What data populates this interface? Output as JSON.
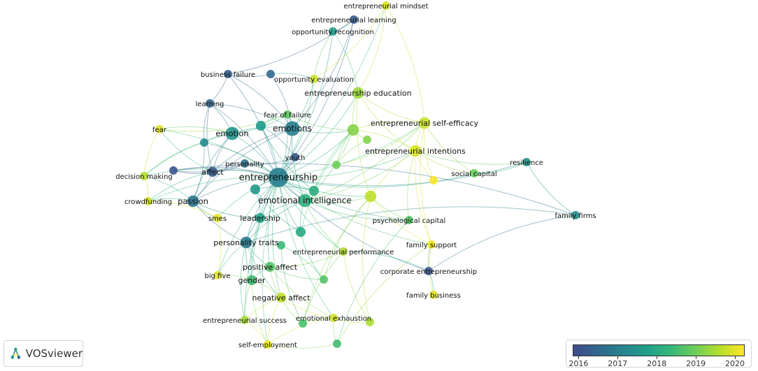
{
  "colorscale": [
    "#404b8c",
    "#31688e",
    "#26838f",
    "#1f9e89",
    "#35b779",
    "#6ece58",
    "#b5de2b",
    "#fde725"
  ],
  "legend": {
    "ticks": [
      "2016",
      "2017",
      "2018",
      "2019",
      "2020"
    ],
    "min": 2015.85,
    "max": 2020.25
  },
  "logo": {
    "text": "VOSviewer",
    "icon": "vosviewer-logo-icon"
  },
  "nodes": [
    {
      "id": "entrepreneurship",
      "label": "entrepreneurship",
      "year": 2017.0,
      "weight": 10
    },
    {
      "id": "emotions",
      "label": "emotions",
      "year": 2017.0,
      "weight": 7
    },
    {
      "id": "emotion",
      "label": "emotion",
      "year": 2017.5,
      "weight": 6
    },
    {
      "id": "emotional_intelligence",
      "label": "emotional intelligence",
      "year": 2018.2,
      "weight": 6
    },
    {
      "id": "entrepreneurship_education",
      "label": "entrepreneurship education",
      "year": 2019.4,
      "weight": 5
    },
    {
      "id": "entrepreneurial_self_efficacy",
      "label": "entrepreneurial self-efficacy",
      "year": 2019.8,
      "weight": 5
    },
    {
      "id": "entrepreneurial_intentions",
      "label": "entrepreneurial intentions",
      "year": 2019.9,
      "weight": 5
    },
    {
      "id": "passion",
      "label": "passion",
      "year": 2016.8,
      "weight": 5
    },
    {
      "id": "leadership",
      "label": "leadership",
      "year": 2017.8,
      "weight": 4
    },
    {
      "id": "personality_traits",
      "label": "personality traits",
      "year": 2016.9,
      "weight": 5
    },
    {
      "id": "positive_affect",
      "label": "positive affect",
      "year": 2018.7,
      "weight": 4
    },
    {
      "id": "gender",
      "label": "gender",
      "year": 2018.5,
      "weight": 4
    },
    {
      "id": "negative_affect",
      "label": "negative affect",
      "year": 2019.7,
      "weight": 4
    },
    {
      "id": "affect",
      "label": "affect",
      "year": 2016.2,
      "weight": 4
    },
    {
      "id": "fear_of_failure",
      "label": "fear of failure",
      "year": 2018.8,
      "weight": 3
    },
    {
      "id": "learning",
      "label": "learning",
      "year": 2016.4,
      "weight": 3
    },
    {
      "id": "business_failure",
      "label": "business failure",
      "year": 2016.3,
      "weight": 3
    },
    {
      "id": "opportunity_evaluation",
      "label": "opportunity evaluation",
      "year": 2019.8,
      "weight": 3
    },
    {
      "id": "opportunity_recognition",
      "label": "opportunity recognition",
      "year": 2017.7,
      "weight": 3
    },
    {
      "id": "entrepreneurial_learning",
      "label": "entrepreneurial learning",
      "year": 2016.2,
      "weight": 3
    },
    {
      "id": "entrepreneurial_mindset",
      "label": "entrepreneurial mindset",
      "year": 2019.9,
      "weight": 3
    },
    {
      "id": "fear",
      "label": "fear",
      "year": 2020.0,
      "weight": 3
    },
    {
      "id": "personality",
      "label": "personality",
      "year": 2016.6,
      "weight": 3
    },
    {
      "id": "youth",
      "label": "youth",
      "year": 2016.2,
      "weight": 3
    },
    {
      "id": "decision_making",
      "label": "decision making",
      "year": 2019.6,
      "weight": 3
    },
    {
      "id": "crowdfunding",
      "label": "crowdfunding",
      "year": 2019.9,
      "weight": 3
    },
    {
      "id": "smes",
      "label": "smes",
      "year": 2020.0,
      "weight": 3
    },
    {
      "id": "big_five",
      "label": "big five",
      "year": 2020.0,
      "weight": 3
    },
    {
      "id": "entrepreneurial_performance",
      "label": "entrepreneurial performance",
      "year": 2019.6,
      "weight": 3
    },
    {
      "id": "psychological_capital",
      "label": "psychological capital",
      "year": 2018.7,
      "weight": 3
    },
    {
      "id": "family_support",
      "label": "family support",
      "year": 2020.1,
      "weight": 3
    },
    {
      "id": "corporate_entrepreneurship",
      "label": "corporate entrepreneurship",
      "year": 2016.1,
      "weight": 3
    },
    {
      "id": "family_business",
      "label": "family business",
      "year": 2020.0,
      "weight": 3
    },
    {
      "id": "social_capital",
      "label": "social capital",
      "year": 2018.9,
      "weight": 3
    },
    {
      "id": "resilience",
      "label": "resilience",
      "year": 2017.6,
      "weight": 3
    },
    {
      "id": "family_firms",
      "label": "family firms",
      "year": 2017.3,
      "weight": 3
    },
    {
      "id": "entrepreneurial_success",
      "label": "entrepreneurial success",
      "year": 2019.5,
      "weight": 3
    },
    {
      "id": "emotional_exhaustion",
      "label": "emotional exhaustion",
      "year": 2019.9,
      "weight": 3
    },
    {
      "id": "self_employment",
      "label": "self-employment",
      "year": 2020.1,
      "weight": 3
    },
    {
      "id": "u1",
      "label": "",
      "year": 2019.7,
      "weight": 5
    },
    {
      "id": "u2",
      "label": "",
      "year": 2019.2,
      "weight": 5
    },
    {
      "id": "u3",
      "label": "",
      "year": 2017.7,
      "weight": 4
    },
    {
      "id": "u4",
      "label": "",
      "year": 2018.1,
      "weight": 4
    },
    {
      "id": "u5",
      "label": "",
      "year": 2017.6,
      "weight": 4
    },
    {
      "id": "u6",
      "label": "",
      "year": 2018.0,
      "weight": 4
    },
    {
      "id": "u7",
      "label": "",
      "year": 2018.7,
      "weight": 3
    },
    {
      "id": "u8",
      "label": "",
      "year": 2016.1,
      "weight": 3
    },
    {
      "id": "u9",
      "label": "",
      "year": 2017.3,
      "weight": 3
    },
    {
      "id": "u10",
      "label": "",
      "year": 2019.5,
      "weight": 3
    },
    {
      "id": "u11",
      "label": "",
      "year": 2018.5,
      "weight": 3
    },
    {
      "id": "u12",
      "label": "",
      "year": 2020.2,
      "weight": 3
    },
    {
      "id": "u13",
      "label": "",
      "year": 2016.5,
      "weight": 3
    },
    {
      "id": "u14",
      "label": "",
      "year": 2018.6,
      "weight": 3
    },
    {
      "id": "u15",
      "label": "",
      "year": 2019.2,
      "weight": 3
    },
    {
      "id": "u16",
      "label": "",
      "year": 2019.0,
      "weight": 3
    },
    {
      "id": "u17",
      "label": "",
      "year": 2018.4,
      "weight": 3
    }
  ],
  "links": [
    [
      "entrepreneurship",
      "emotions"
    ],
    [
      "entrepreneurship",
      "emotion"
    ],
    [
      "entrepreneurship",
      "emotional_intelligence"
    ],
    [
      "entrepreneurship",
      "entrepreneurship_education"
    ],
    [
      "entrepreneurship",
      "entrepreneurial_self_efficacy"
    ],
    [
      "entrepreneurship",
      "entrepreneurial_intentions"
    ],
    [
      "entrepreneurship",
      "passion"
    ],
    [
      "entrepreneurship",
      "leadership"
    ],
    [
      "entrepreneurship",
      "personality_traits"
    ],
    [
      "entrepreneurship",
      "positive_affect"
    ],
    [
      "entrepreneurship",
      "gender"
    ],
    [
      "entrepreneurship",
      "negative_affect"
    ],
    [
      "entrepreneurship",
      "affect"
    ],
    [
      "entrepreneurship",
      "fear_of_failure"
    ],
    [
      "entrepreneurship",
      "learning"
    ],
    [
      "entrepreneurship",
      "business_failure"
    ],
    [
      "entrepreneurship",
      "opportunity_evaluation"
    ],
    [
      "entrepreneurship",
      "opportunity_recognition"
    ],
    [
      "entrepreneurship",
      "entrepreneurial_learning"
    ],
    [
      "entrepreneurship",
      "entrepreneurial_mindset"
    ],
    [
      "entrepreneurship",
      "fear"
    ],
    [
      "entrepreneurship",
      "personality"
    ],
    [
      "entrepreneurship",
      "youth"
    ],
    [
      "entrepreneurship",
      "decision_making"
    ],
    [
      "entrepreneurship",
      "crowdfunding"
    ],
    [
      "entrepreneurship",
      "smes"
    ],
    [
      "entrepreneurship",
      "big_five"
    ],
    [
      "entrepreneurship",
      "entrepreneurial_performance"
    ],
    [
      "entrepreneurship",
      "psychological_capital"
    ],
    [
      "entrepreneurship",
      "family_support"
    ],
    [
      "entrepreneurship",
      "corporate_entrepreneurship"
    ],
    [
      "entrepreneurship",
      "social_capital"
    ],
    [
      "entrepreneurship",
      "resilience"
    ],
    [
      "entrepreneurship",
      "entrepreneurial_success"
    ],
    [
      "entrepreneurship",
      "emotional_exhaustion"
    ],
    [
      "entrepreneurship",
      "self_employment"
    ],
    [
      "entrepreneurship",
      "u1"
    ],
    [
      "entrepreneurship",
      "u2"
    ],
    [
      "entrepreneurship",
      "u3"
    ],
    [
      "entrepreneurship",
      "u4"
    ],
    [
      "entrepreneurship",
      "u5"
    ],
    [
      "entrepreneurship",
      "u6"
    ],
    [
      "entrepreneurship",
      "u8"
    ],
    [
      "entrepreneurship",
      "u9"
    ],
    [
      "emotions",
      "emotion"
    ],
    [
      "emotions",
      "learning"
    ],
    [
      "emotions",
      "business_failure"
    ],
    [
      "emotions",
      "affect"
    ],
    [
      "emotions",
      "passion"
    ],
    [
      "emotions",
      "emotional_intelligence"
    ],
    [
      "emotions",
      "entrepreneurial_learning"
    ],
    [
      "emotions",
      "opportunity_evaluation"
    ],
    [
      "emotions",
      "u2"
    ],
    [
      "emotions",
      "fear_of_failure"
    ],
    [
      "emotions",
      "u13"
    ],
    [
      "emotion",
      "learning"
    ],
    [
      "emotion",
      "fear"
    ],
    [
      "emotion",
      "affect"
    ],
    [
      "emotion",
      "passion"
    ],
    [
      "emotion",
      "u9"
    ],
    [
      "emotion",
      "decision_making"
    ],
    [
      "emotion",
      "fear_of_failure"
    ],
    [
      "emotional_intelligence",
      "leadership"
    ],
    [
      "emotional_intelligence",
      "entrepreneurial_self_efficacy"
    ],
    [
      "emotional_intelligence",
      "entrepreneurial_intentions"
    ],
    [
      "emotional_intelligence",
      "personality_traits"
    ],
    [
      "emotional_intelligence",
      "u1"
    ],
    [
      "emotional_intelligence",
      "u2"
    ],
    [
      "emotional_intelligence",
      "entrepreneurial_performance"
    ],
    [
      "emotional_intelligence",
      "psychological_capital"
    ],
    [
      "emotional_intelligence",
      "u6"
    ],
    [
      "entrepreneurship_education",
      "entrepreneurial_self_efficacy"
    ],
    [
      "entrepreneurship_education",
      "entrepreneurial_intentions"
    ],
    [
      "entrepreneurship_education",
      "u2"
    ],
    [
      "entrepreneurship_education",
      "opportunity_recognition"
    ],
    [
      "entrepreneurship_education",
      "entrepreneurial_mindset"
    ],
    [
      "entrepreneurship_education",
      "u1"
    ],
    [
      "entrepreneurial_self_efficacy",
      "entrepreneurial_intentions"
    ],
    [
      "entrepreneurial_self_efficacy",
      "u2"
    ],
    [
      "entrepreneurial_self_efficacy",
      "social_capital"
    ],
    [
      "entrepreneurial_self_efficacy",
      "u12"
    ],
    [
      "entrepreneurial_self_efficacy",
      "family_support"
    ],
    [
      "entrepreneurial_self_efficacy",
      "entrepreneurial_mindset"
    ],
    [
      "entrepreneurial_intentions",
      "u1"
    ],
    [
      "entrepreneurial_intentions",
      "u2"
    ],
    [
      "entrepreneurial_intentions",
      "u12"
    ],
    [
      "entrepreneurial_intentions",
      "family_support"
    ],
    [
      "entrepreneurial_intentions",
      "psychological_capital"
    ],
    [
      "entrepreneurial_intentions",
      "resilience"
    ],
    [
      "entrepreneurial_intentions",
      "social_capital"
    ],
    [
      "social_capital",
      "resilience"
    ],
    [
      "resilience",
      "family_firms"
    ],
    [
      "family_firms",
      "u8"
    ],
    [
      "family_firms",
      "corporate_entrepreneurship"
    ],
    [
      "family_firms",
      "personality_traits"
    ],
    [
      "passion",
      "affect"
    ],
    [
      "passion",
      "crowdfunding"
    ],
    [
      "passion",
      "decision_making"
    ],
    [
      "passion",
      "u9"
    ],
    [
      "passion",
      "smes"
    ],
    [
      "passion",
      "leadership"
    ],
    [
      "passion",
      "personality_traits"
    ],
    [
      "leadership",
      "personality_traits"
    ],
    [
      "leadership",
      "u5"
    ],
    [
      "leadership",
      "gender"
    ],
    [
      "personality_traits",
      "positive_affect"
    ],
    [
      "personality_traits",
      "big_five"
    ],
    [
      "personality_traits",
      "gender"
    ],
    [
      "personality_traits",
      "negative_affect"
    ],
    [
      "personality_traits",
      "entrepreneurial_success"
    ],
    [
      "positive_affect",
      "negative_affect"
    ],
    [
      "positive_affect",
      "gender"
    ],
    [
      "positive_affect",
      "entrepreneurial_performance"
    ],
    [
      "positive_affect",
      "u7"
    ],
    [
      "positive_affect",
      "emotional_exhaustion"
    ],
    [
      "negative_affect",
      "gender"
    ],
    [
      "negative_affect",
      "emotional_exhaustion"
    ],
    [
      "negative_affect",
      "u14"
    ],
    [
      "negative_affect",
      "self_employment"
    ],
    [
      "negative_affect",
      "entrepreneurial_success"
    ],
    [
      "gender",
      "big_five"
    ],
    [
      "gender",
      "entrepreneurial_success"
    ],
    [
      "gender",
      "self_employment"
    ],
    [
      "emotional_exhaustion",
      "u11"
    ],
    [
      "emotional_exhaustion",
      "u14"
    ],
    [
      "emotional_exhaustion",
      "u10"
    ],
    [
      "emotional_exhaustion",
      "self_employment"
    ],
    [
      "self_employment",
      "u11"
    ],
    [
      "self_employment",
      "entrepreneurial_success"
    ],
    [
      "u1",
      "u10"
    ],
    [
      "u1",
      "family_support"
    ],
    [
      "u1",
      "u14"
    ],
    [
      "u1",
      "psychological_capital"
    ],
    [
      "u1",
      "u7"
    ],
    [
      "u2",
      "u15"
    ],
    [
      "u2",
      "u16"
    ],
    [
      "u2",
      "u4"
    ],
    [
      "u2",
      "u6"
    ],
    [
      "family_support",
      "family_business"
    ],
    [
      "family_support",
      "corporate_entrepreneurship"
    ],
    [
      "family_support",
      "u11"
    ],
    [
      "family_business",
      "corporate_entrepreneurship"
    ],
    [
      "corporate_entrepreneurship",
      "entrepreneurial_performance"
    ],
    [
      "learning",
      "business_failure"
    ],
    [
      "learning",
      "affect"
    ],
    [
      "learning",
      "u9"
    ],
    [
      "business_failure",
      "u13"
    ],
    [
      "business_failure",
      "entrepreneurial_learning"
    ],
    [
      "opportunity_recognition",
      "entrepreneurial_learning"
    ],
    [
      "opportunity_recognition",
      "opportunity_evaluation"
    ],
    [
      "opportunity_evaluation",
      "u13"
    ],
    [
      "opportunity_evaluation",
      "entrepreneurial_mindset"
    ],
    [
      "fear",
      "decision_making"
    ],
    [
      "fear",
      "affect"
    ],
    [
      "fear",
      "fear_of_failure"
    ],
    [
      "affect",
      "personality"
    ],
    [
      "affect",
      "crowdfunding"
    ],
    [
      "personality",
      "youth"
    ],
    [
      "fear_of_failure",
      "u3"
    ],
    [
      "fear_of_failure",
      "u2"
    ],
    [
      "youth",
      "u3"
    ],
    [
      "u3",
      "u4"
    ],
    [
      "u4",
      "u5"
    ],
    [
      "u5",
      "u6"
    ],
    [
      "u6",
      "u7"
    ],
    [
      "u7",
      "u17"
    ],
    [
      "u17",
      "u14"
    ],
    [
      "big_five",
      "smes"
    ],
    [
      "smes",
      "crowdfunding"
    ],
    [
      "crowdfunding",
      "decision_making"
    ],
    [
      "u8",
      "personality"
    ],
    [
      "u8",
      "affect"
    ],
    [
      "u9",
      "decision_making"
    ],
    [
      "entrepreneurial_performance",
      "u14"
    ],
    [
      "entrepreneurial_performance",
      "u10"
    ],
    [
      "psychological_capital",
      "u11"
    ],
    [
      "u15",
      "u16"
    ],
    [
      "u16",
      "entrepreneurial_self_efficacy"
    ]
  ]
}
